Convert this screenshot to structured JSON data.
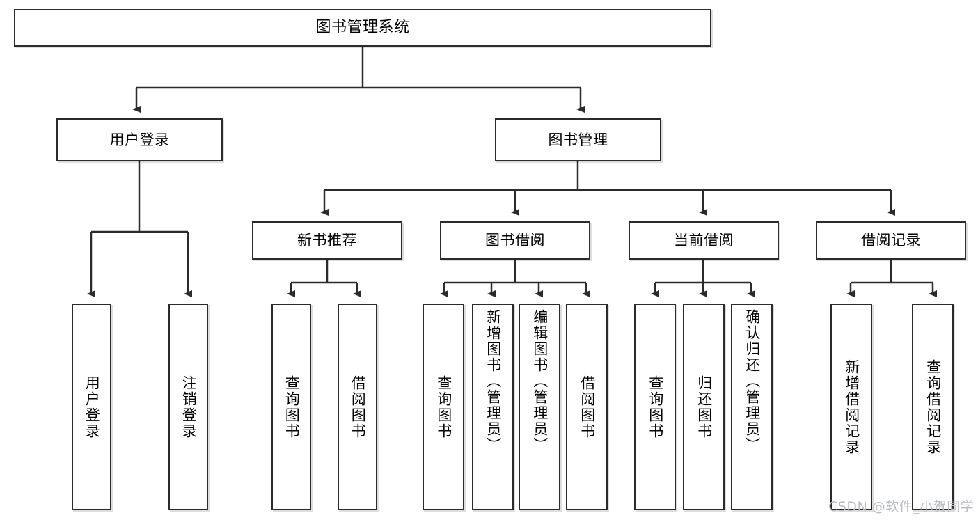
{
  "diagram": {
    "type": "tree",
    "title": "图书管理系统",
    "root": {
      "label": "图书管理系统"
    },
    "level2": [
      {
        "label": "用户登录"
      },
      {
        "label": "图书管理"
      }
    ],
    "level3": [
      {
        "label": "新书推荐"
      },
      {
        "label": "图书借阅"
      },
      {
        "label": "当前借阅"
      },
      {
        "label": "借阅记录"
      }
    ],
    "leaves": {
      "user_login": [
        {
          "label": "用户登录"
        },
        {
          "label": "注销登录"
        }
      ],
      "new_book_recommend": [
        {
          "label": "查询图书"
        },
        {
          "label": "借阅图书"
        }
      ],
      "book_borrow": [
        {
          "label": "查询图书"
        },
        {
          "label": "新增图书（管理员）"
        },
        {
          "label": "编辑图书（管理员）"
        },
        {
          "label": "借阅图书"
        }
      ],
      "current_borrow": [
        {
          "label": "查询图书"
        },
        {
          "label": "归还图书"
        },
        {
          "label": "确认归还（管理员）"
        }
      ],
      "borrow_record": [
        {
          "label": "新增借阅记录"
        },
        {
          "label": "查询借阅记录"
        }
      ]
    }
  },
  "watermark": {
    "text": "CSDN @软件_小贺同学"
  },
  "colors": {
    "border": "#2b2b2b",
    "background": "#ffffff",
    "text": "#000000",
    "watermark": "#b9bcc2"
  }
}
